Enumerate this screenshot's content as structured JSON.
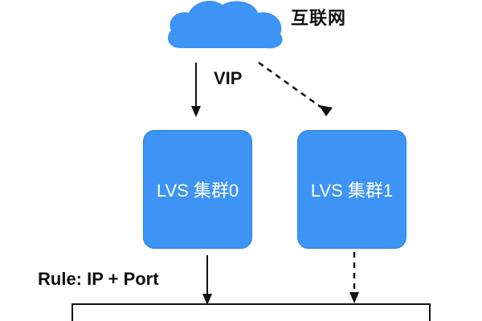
{
  "diagram": {
    "internet_label": "互联网",
    "vip_label": "VIP",
    "rule_label": "Rule: IP + Port",
    "clusters": [
      {
        "label": "LVS 集群0"
      },
      {
        "label": "LVS 集群1"
      }
    ]
  },
  "colors": {
    "cloud": "#3d94f4",
    "box": "#3d94f4",
    "box_border": "#2f83e0",
    "text": "#111111"
  },
  "icons": {
    "cloud": "cloud-icon"
  }
}
